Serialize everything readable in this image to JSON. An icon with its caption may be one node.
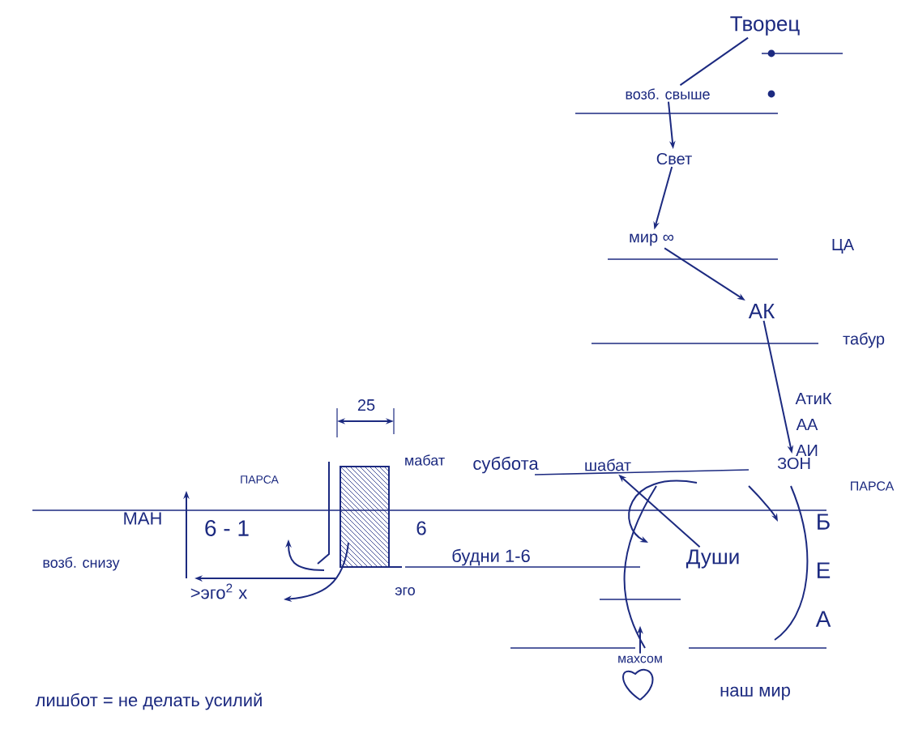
{
  "diagram": {
    "nodes": [
      {
        "text": [
          "Творец"
        ]
      },
      {
        "text": [
          "возб. свыше"
        ]
      },
      {
        "text": [
          "Свет"
        ]
      },
      {
        "text": [
          "мир ∞"
        ]
      },
      {
        "text": [
          "АК"
        ]
      },
      {
        "text": [
          "ЗОН"
        ]
      },
      {
        "text": [
          "шабат"
        ]
      },
      {
        "text": [
          "Души"
        ]
      },
      {
        "text": [
          "махсом"
        ]
      }
    ],
    "edges": [
      {
        "from": 0,
        "to": 1,
        "arrow": "none"
      },
      {
        "from": 1,
        "to": 2,
        "arrow": "to"
      },
      {
        "from": 2,
        "to": 3,
        "arrow": "to"
      },
      {
        "from": 3,
        "to": 4,
        "arrow": "to"
      },
      {
        "from": 4,
        "to": 5,
        "arrow": "to"
      },
      {
        "from": 7,
        "to": 6,
        "arrow": "to"
      },
      {
        "from": 8,
        "to": null,
        "arrow": "to"
      }
    ],
    "labels": [
      "ЦА",
      "табур",
      "АтиК",
      "АА",
      "АИ",
      "25",
      "мабат",
      "суббота",
      "ПАРСА",
      "ПАРСА",
      "МАН",
      "6 - 1",
      "6",
      "Б",
      "будни 1-6",
      "возб. снизу",
      ">эго$^{2}$ x",
      "эго",
      "Е",
      "А",
      "наш мир",
      "лишбот = не делать усилий"
    ]
  }
}
